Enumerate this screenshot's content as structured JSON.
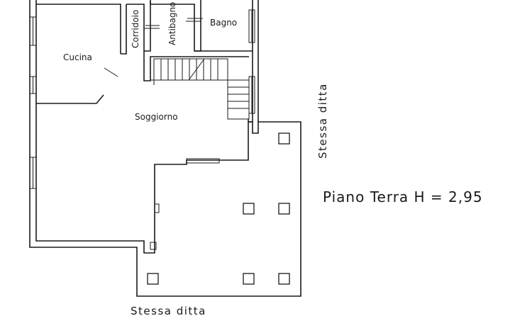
{
  "rooms": {
    "cucina": "Cucina",
    "corridoio": "Corridoio",
    "antibagno": "Antibagno",
    "bagno": "Bagno",
    "soggiorno": "Soggiorno"
  },
  "neighbors": {
    "right": "Stessa ditta",
    "bottom": "Stessa ditta"
  },
  "floor_caption": "Piano Terra H = 2,95"
}
